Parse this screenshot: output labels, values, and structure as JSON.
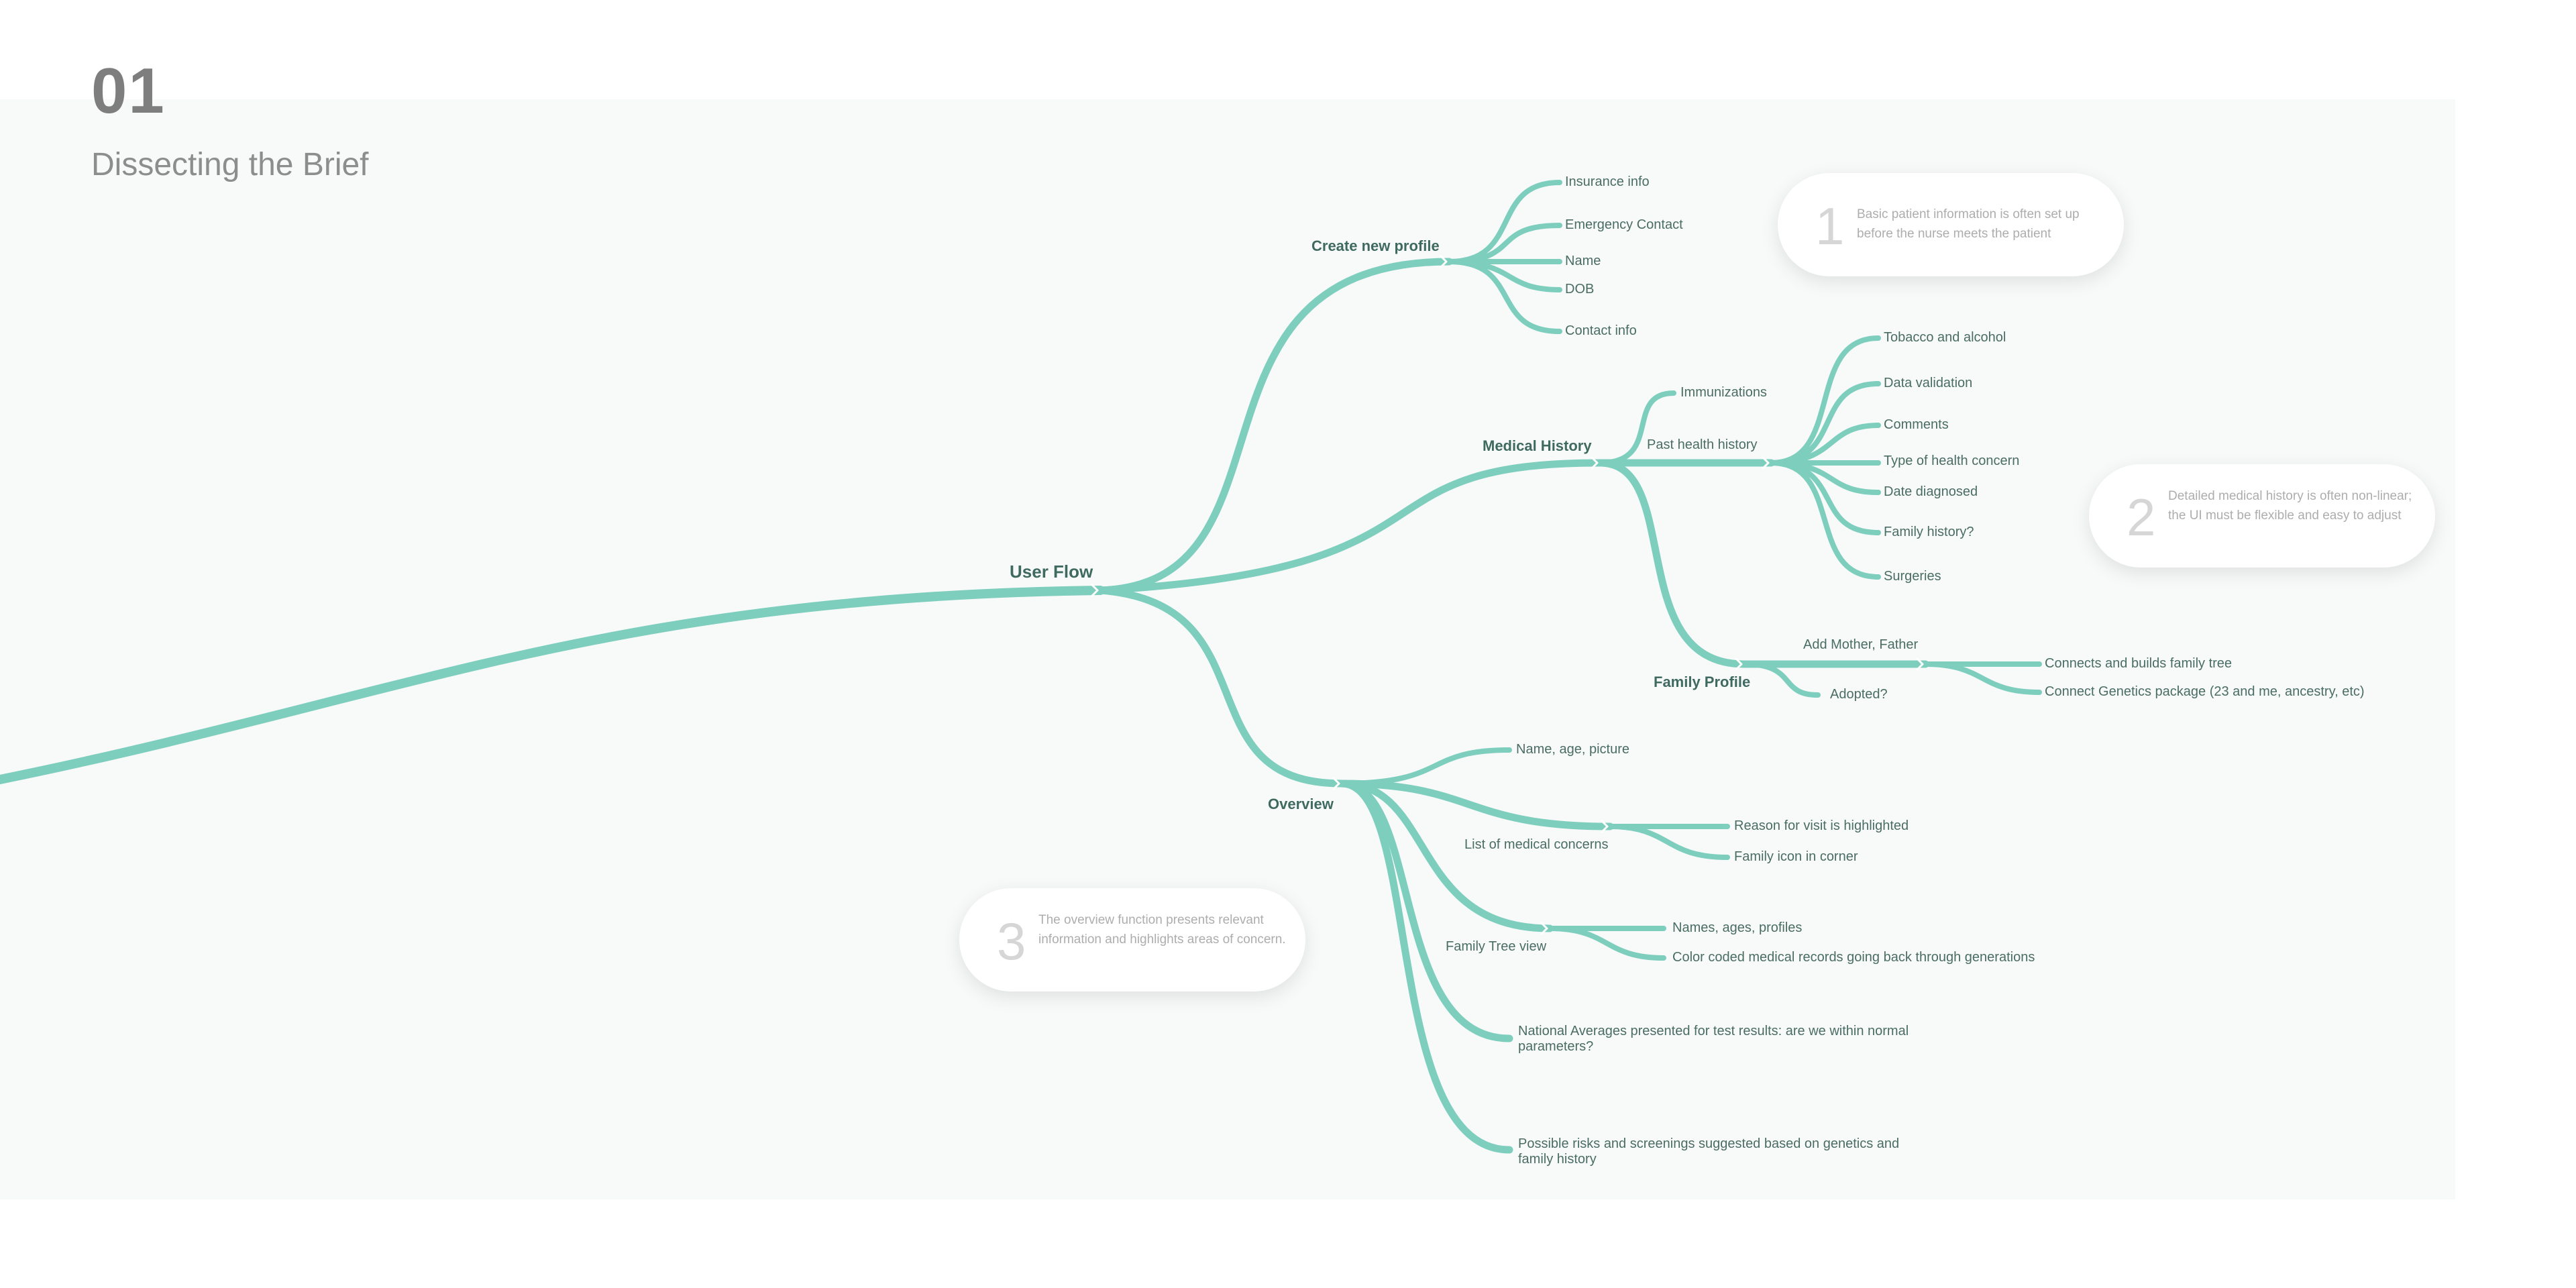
{
  "section": {
    "number": "01",
    "title": "Dissecting the Brief"
  },
  "root": "User Flow",
  "branches": {
    "create_profile": {
      "label": "Create new profile",
      "children": [
        "Insurance info",
        "Emergency Contact",
        "Name",
        "DOB",
        "Contact info"
      ]
    },
    "medical_history": {
      "label": "Medical History",
      "immunizations": "Immunizations",
      "past_health_history": {
        "label": "Past health history",
        "children": [
          "Tobacco and alcohol",
          "Data validation",
          "Comments",
          "Type of health concern",
          "Date diagnosed",
          "Family history?",
          "Surgeries"
        ]
      },
      "family_profile": {
        "label": "Family Profile",
        "add_parents": "Add Mother, Father",
        "adopted": "Adopted?",
        "children": [
          "Connects and builds family tree",
          "Connect Genetics package (23 and me, ancestry, etc)"
        ]
      }
    },
    "overview": {
      "label": "Overview",
      "name_age_picture": "Name, age, picture",
      "medical_concerns": {
        "label": "List of medical concerns",
        "children": [
          "Reason for visit is highlighted",
          "Family icon in corner"
        ]
      },
      "family_tree_view": {
        "label": "Family Tree view",
        "children": [
          "Names, ages, profiles",
          "Color coded medical records going back through generations"
        ]
      },
      "national_averages": "National Averages presented for test results: are we within normal parameters?",
      "possible_risks": "Possible risks and screenings suggested based on genetics and family history"
    }
  },
  "notes": [
    {
      "number": "1",
      "text": "Basic patient information is often set up before the nurse meets the patient"
    },
    {
      "number": "2",
      "text": "Detailed medical history is often non-linear; the UI must be flexible and easy to adjust"
    },
    {
      "number": "3",
      "text": "The overview function presents relevant information and highlights areas of concern."
    }
  ],
  "colors": {
    "branch": "#7ecebe",
    "label": "#4a6d63",
    "title": "#7e7e7e",
    "note_number": "#d6d6d6",
    "note_text": "#adadad"
  }
}
